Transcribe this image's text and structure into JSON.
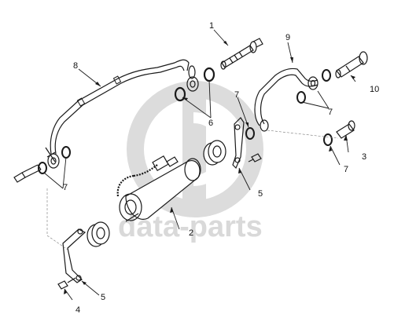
{
  "diagram": {
    "callouts": {
      "c1": "1",
      "c2": "2",
      "c3": "3",
      "c4": "4",
      "c5a": "5",
      "c5b": "5",
      "c6": "6",
      "c7a": "7",
      "c7b": "7",
      "c7c": "7",
      "c7d": "7",
      "c8": "8",
      "c9": "9",
      "c10": "10"
    }
  },
  "watermark": {
    "text": "data-parts",
    "color": "#d9d9d9"
  },
  "colors": {
    "line": "#1a1a1a",
    "paper": "#ffffff"
  }
}
